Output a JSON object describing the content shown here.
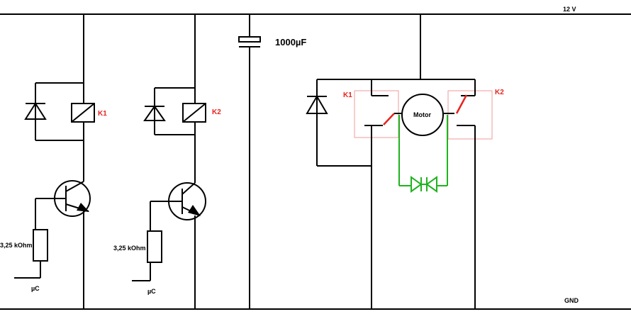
{
  "labels": {
    "supply": "12 V",
    "ground": "GND",
    "capacitor": "1000µF",
    "motor": "Motor",
    "relay1": "K1",
    "relay2": "K2",
    "relay1_contact": "K1",
    "relay2_contact": "K2",
    "resistor1": "3,25 kOhm",
    "resistor2": "3,25 kOhm",
    "input1": "µC",
    "input2": "µC"
  },
  "colors": {
    "wire": "#000000",
    "relay_label": "#e8231c",
    "contact_box": "#f09a9a",
    "diode_pair": "#1fb31f"
  }
}
